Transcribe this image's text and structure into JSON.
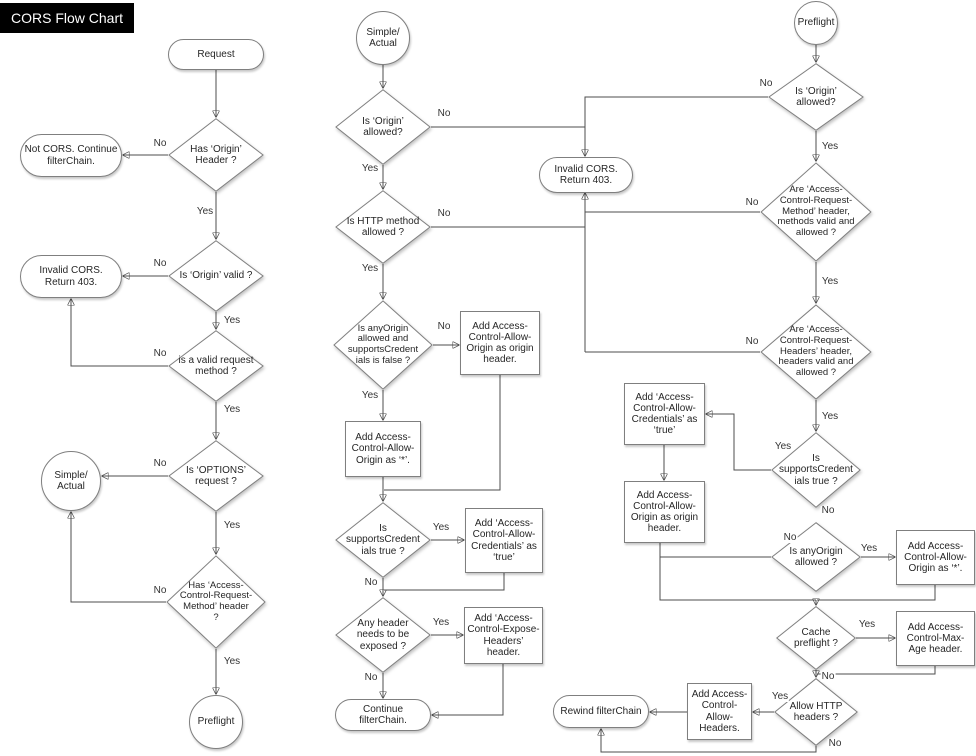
{
  "title": "CORS Flow Chart",
  "labels": {
    "yes": "Yes",
    "no": "No"
  },
  "nodes": {
    "request": "Request",
    "has_origin_header": "Has ‘Origin’\nHeader ?",
    "not_cors": "Not CORS. Continue\nfilterChain.",
    "is_origin_valid": "Is ‘Origin’ valid ?",
    "invalid_cors_left": "Invalid CORS.\nReturn 403.",
    "is_valid_method": "is a valid request\nmethod ?",
    "is_options_request": "Is ‘OPTIONS’\nrequest ?",
    "simple_actual_left": "Simple/\nActual",
    "has_acrm_header": "Has ‘Access-\nControl-Request-\nMethod’ header\n?",
    "preflight_left": "Preflight",
    "simple_actual_mid": "Simple/\nActual",
    "m_is_origin_allowed": "Is ‘Origin’\nallowed?",
    "invalid_cors_mid": "Invalid CORS.\nReturn 403.",
    "m_is_http_allowed": "Is HTTP method\nallowed ?",
    "m_is_anyorigin_nocred": "Is anyOrigin\nallowed and\nsupportsCredent\nials is false ?",
    "m_add_origin_header": "Add Access-\nControl-Allow-\nOrigin as origin\nheader.",
    "m_add_star": "Add Access-\nControl-Allow-\nOrigin as ‘*’.",
    "m_is_supports_cred": "Is\nsupportsCredent\nials true ?",
    "m_add_credentials": "Add ‘Access-\nControl-Allow-\nCredentials’ as\n‘true’",
    "m_any_header_exposed": "Any header\nneeds to be\nexposed ?",
    "m_add_expose": "Add ‘Access-\nControl-Expose-\nHeaders’ header.",
    "continue_filterchain": "Continue filterChain.",
    "preflight_right": "Preflight",
    "r_is_origin_allowed": "Is ‘Origin’\nallowed?",
    "r_acrm_valid": "Are ‘Access-\nControl-Request-\nMethod’ header,\nmethods valid and\nallowed ?",
    "r_acrh_valid": "Are ‘Access-\nControl-Request-\nHeaders’ header,\nheaders valid and\nallowed ?",
    "r_is_supports_cred": "Is\nsupportsCredent\nials true ?",
    "r_add_credentials": "Add ‘Access-\nControl-Allow-\nCredentials’ as\n‘true’",
    "r_add_origin_header": "Add Access-\nControl-Allow-\nOrigin as origin\nheader.",
    "r_is_anyorigin": "Is anyOrigin\nallowed ?",
    "r_add_star": "Add Access-\nControl-Allow-\nOrigin as ‘*’.",
    "r_cache_preflight": "Cache\npreflight ?",
    "r_add_maxage": "Add Access-\nControl-Max-\nAge header.",
    "r_allow_http_headers": "Allow HTTP\nheaders ?",
    "r_add_allow_headers": "Add Access-\nControl-\nAllow-\nHeaders.",
    "rewind_filterchain": "Rewind filterChain"
  }
}
